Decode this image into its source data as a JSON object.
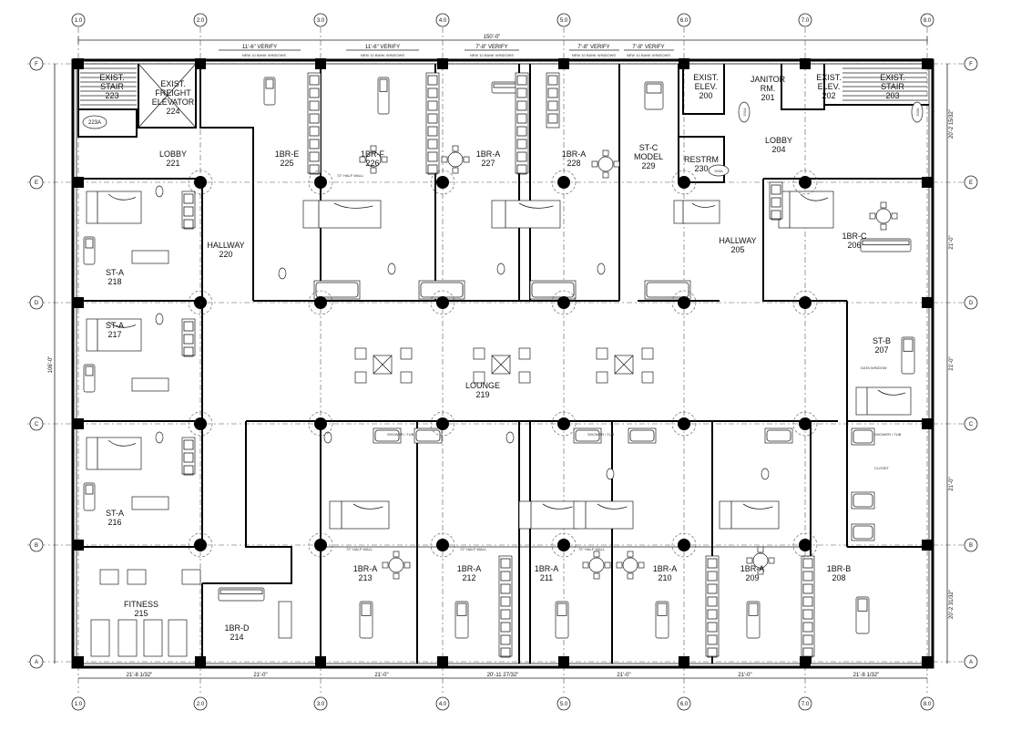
{
  "overall_dimension": "150'-0\"",
  "left_dimension": "106'-0\"",
  "grid_columns": [
    "1.0",
    "2.0",
    "3.0",
    "4.0",
    "5.0",
    "6.0",
    "7.0",
    "8.0"
  ],
  "grid_rows": [
    "F",
    "E",
    "D",
    "C",
    "B",
    "A"
  ],
  "top_dims": [
    {
      "label": "11'-6\" VERIFY",
      "note": "NEW 10 BANK WINDOWS"
    },
    {
      "label": "11'-6\" VERIFY",
      "note": "NEW 10 BANK WINDOWS"
    },
    {
      "label": "7'-8\" VERIFY",
      "note": "NEW 10 BANK WINDOWS"
    },
    {
      "label": "7'-8\" VERIFY",
      "note": "NEW 10 BANK WINDOWS"
    },
    {
      "label": "7'-8\" VERIFY",
      "note": "NEW 10 BANK WINDOWS"
    }
  ],
  "bottom_dims": [
    "21'-8 1/32\"",
    "21'-0\"",
    "21'-0\"",
    "20'-11 27/32\"",
    "21'-0\"",
    "21'-0\"",
    "21'-8 1/32\""
  ],
  "right_dims": [
    "20'-2 15/32\"",
    "21'-0\"",
    "21'-0\"",
    "21'-0\"",
    "20'-2 31/32\""
  ],
  "rooms": [
    {
      "line1": "EXIST.",
      "line2": "STAIR",
      "line3": "223"
    },
    {
      "line1": "EXIST.",
      "line2": "FREIGHT",
      "line3": "ELEVATOR",
      "line4": "224"
    },
    {
      "line1": "LOBBY",
      "line2": "221"
    },
    {
      "line1": "1BR-E",
      "line2": "225"
    },
    {
      "line1": "1BR-F",
      "line2": "226"
    },
    {
      "line1": "1BR-A",
      "line2": "227"
    },
    {
      "line1": "1BR-A",
      "line2": "228"
    },
    {
      "line1": "ST-C",
      "line2": "MODEL",
      "line3": "229"
    },
    {
      "line1": "EXIST.",
      "line2": "ELEV.",
      "line3": "200"
    },
    {
      "line1": "RESTRM",
      "line2": "230"
    },
    {
      "line1": "JANITOR",
      "line2": "RM.",
      "line3": "201"
    },
    {
      "line1": "EXIST.",
      "line2": "ELEV.",
      "line3": "202"
    },
    {
      "line1": "EXIST.",
      "line2": "STAIR",
      "line3": "203"
    },
    {
      "line1": "LOBBY",
      "line2": "204"
    },
    {
      "line1": "HALLWAY",
      "line2": "220"
    },
    {
      "line1": "HALLWAY",
      "line2": "205"
    },
    {
      "line1": "1BR-C",
      "line2": "206"
    },
    {
      "line1": "ST-A",
      "line2": "218"
    },
    {
      "line1": "ST-A",
      "line2": "217"
    },
    {
      "line1": "ST-B",
      "line2": "207"
    },
    {
      "line1": "LOUNGE",
      "line2": "219"
    },
    {
      "line1": "ST-A",
      "line2": "216"
    },
    {
      "line1": "FITNESS",
      "line2": "215"
    },
    {
      "line1": "1BR-D",
      "line2": "214"
    },
    {
      "line1": "1BR-A",
      "line2": "213"
    },
    {
      "line1": "1BR-A",
      "line2": "212"
    },
    {
      "line1": "1BR-A",
      "line2": "211"
    },
    {
      "line1": "1BR-A",
      "line2": "210"
    },
    {
      "line1": "1BR-A",
      "line2": "209"
    },
    {
      "line1": "1BR-B",
      "line2": "208"
    }
  ],
  "door_tags": [
    "223A",
    "201A",
    "203A",
    "204A"
  ],
  "notes": {
    "half_wall": "72\" HALF WALL",
    "data": "DATA WINDOW",
    "shower": "SHOWER / TUB",
    "closet": "CLOSET"
  }
}
